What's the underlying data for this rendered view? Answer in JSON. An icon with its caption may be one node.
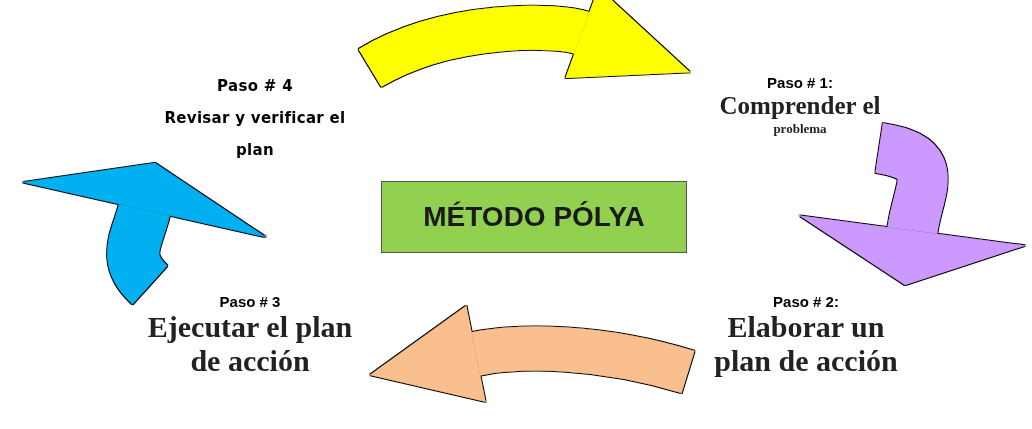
{
  "diagram": {
    "nodes": [
      {
        "text": [
          "Paso # 4",
          "Revisar y verificar el plan"
        ]
      },
      {
        "text": [
          "Paso # 1:",
          "Comprender el",
          "problema"
        ]
      },
      {
        "text": [
          "MÉTODO PÓLYA"
        ]
      },
      {
        "text": [
          "Paso # 3",
          "Ejecutar el plan de acción"
        ]
      },
      {
        "text": [
          "Paso # 2:",
          "Elaborar un plan de acción"
        ]
      }
    ],
    "edges": [
      {
        "from": 0,
        "to": 1,
        "arrow": "to",
        "color": "#ffff00"
      },
      {
        "from": 1,
        "to": 4,
        "arrow": "to",
        "color": "#cc99ff"
      },
      {
        "from": 4,
        "to": 3,
        "arrow": "to",
        "color": "#f9bf8f"
      },
      {
        "from": 3,
        "to": 0,
        "arrow": "to",
        "color": "#00b0f0"
      }
    ]
  }
}
